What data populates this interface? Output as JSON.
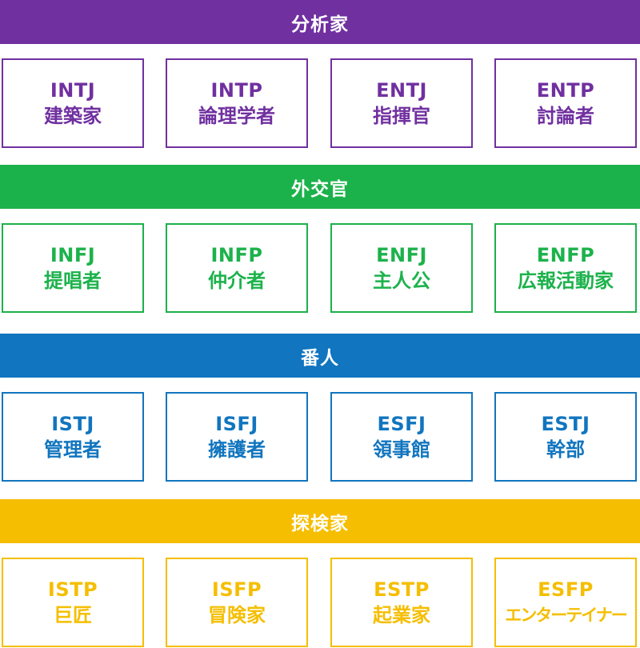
{
  "groups": [
    {
      "title": "分析家",
      "color": "#7030a0",
      "types": [
        {
          "code": "INTJ",
          "name": "建築家"
        },
        {
          "code": "INTP",
          "name": "論理学者"
        },
        {
          "code": "ENTJ",
          "name": "指揮官"
        },
        {
          "code": "ENTP",
          "name": "討論者"
        }
      ]
    },
    {
      "title": "外交官",
      "color": "#1cb24b",
      "types": [
        {
          "code": "INFJ",
          "name": "提唱者"
        },
        {
          "code": "INFP",
          "name": "仲介者"
        },
        {
          "code": "ENFJ",
          "name": "主人公"
        },
        {
          "code": "ENFP",
          "name": "広報活動家"
        }
      ]
    },
    {
      "title": "番人",
      "color": "#1175bf",
      "types": [
        {
          "code": "ISTJ",
          "name": "管理者"
        },
        {
          "code": "ISFJ",
          "name": "擁護者"
        },
        {
          "code": "ESFJ",
          "name": "領事館"
        },
        {
          "code": "ESTJ",
          "name": "幹部"
        }
      ]
    },
    {
      "title": "探検家",
      "color": "#f5be00",
      "types": [
        {
          "code": "ISTP",
          "name": "巨匠"
        },
        {
          "code": "ISFP",
          "name": "冒険家"
        },
        {
          "code": "ESTP",
          "name": "起業家"
        },
        {
          "code": "ESFP",
          "name": "エンターテイナー"
        }
      ]
    }
  ]
}
